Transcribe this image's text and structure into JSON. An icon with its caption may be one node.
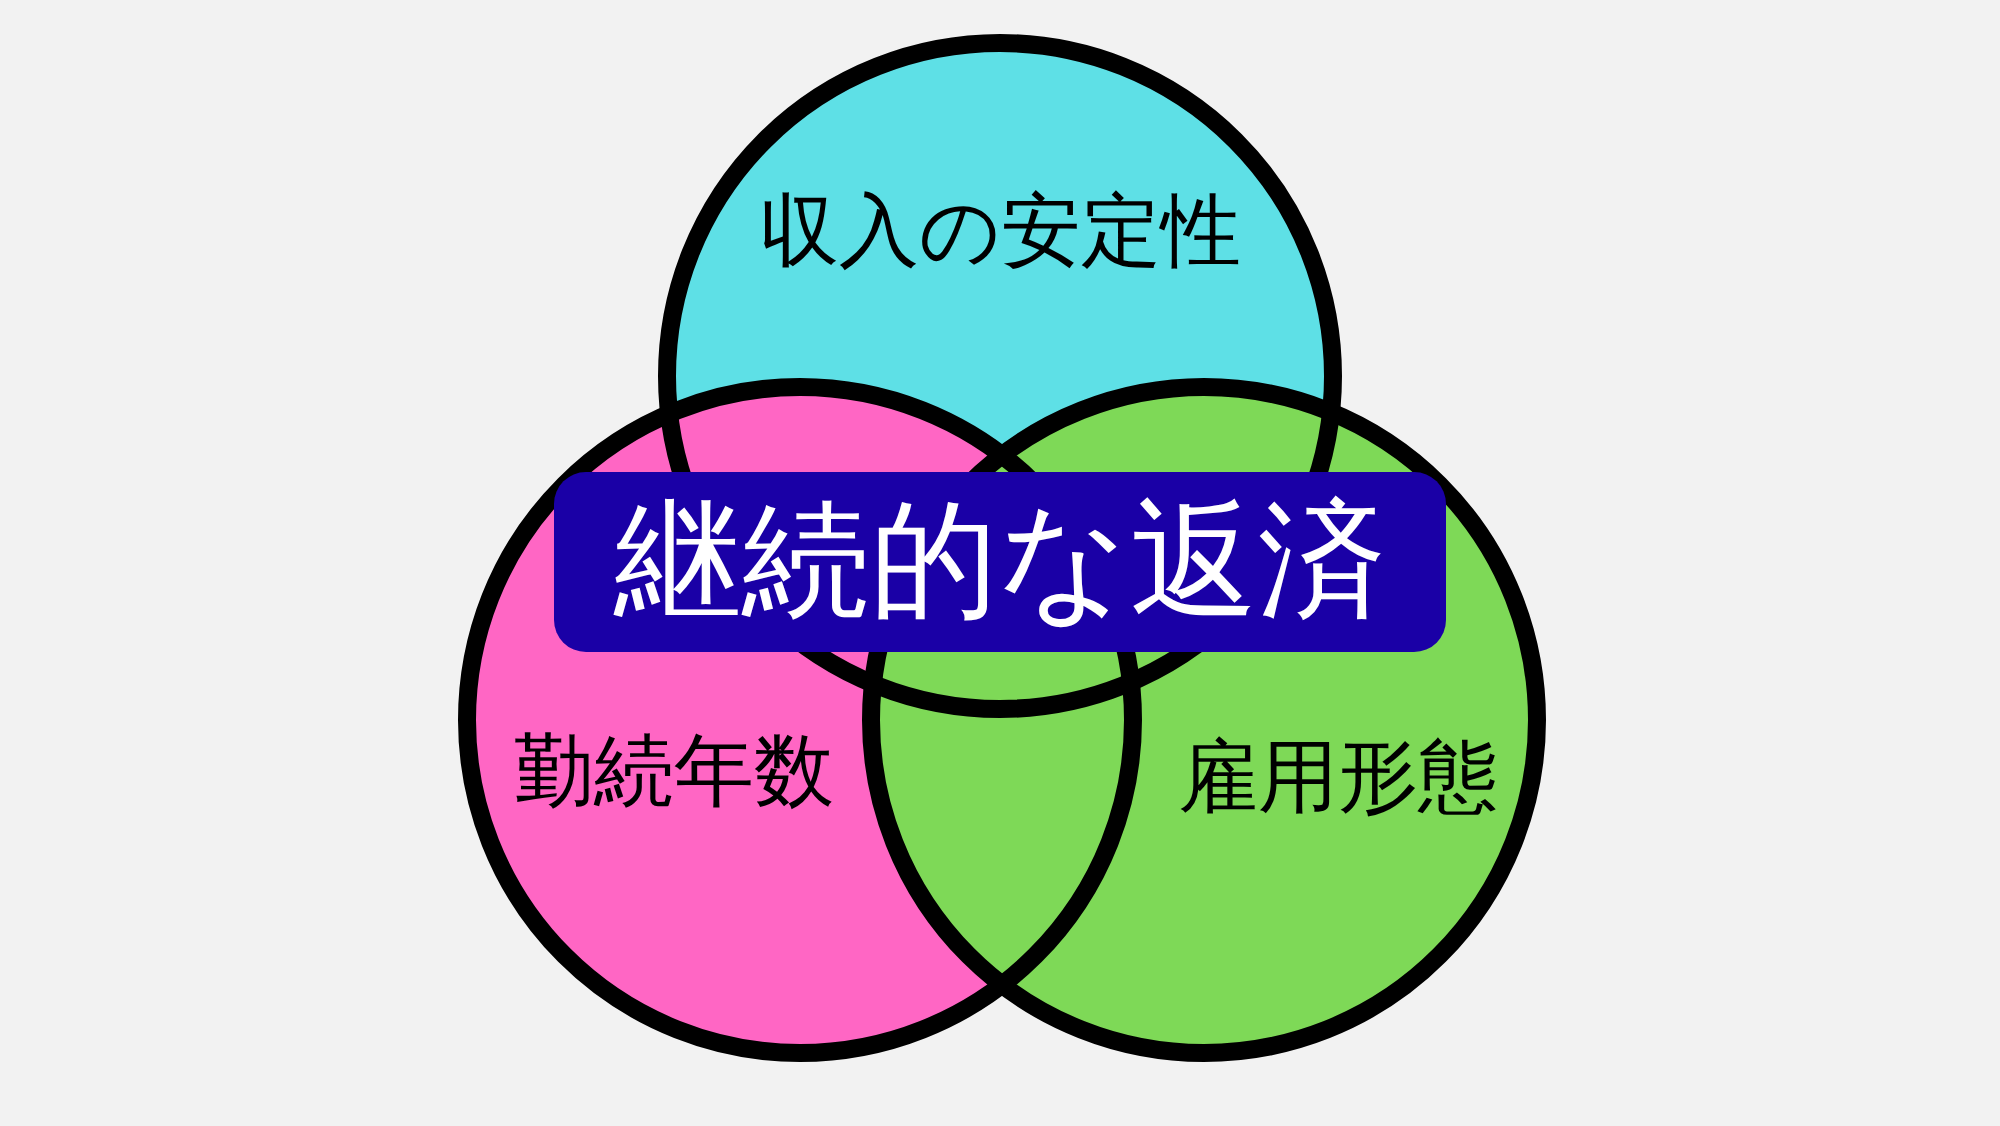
{
  "diagram": {
    "nodes": [
      {
        "text": [
          "収入の安定性"
        ]
      },
      {
        "text": [
          "継続的な返済"
        ]
      },
      {
        "text": [
          "勤続年数"
        ]
      },
      {
        "text": [
          "雇用形態"
        ]
      }
    ]
  }
}
